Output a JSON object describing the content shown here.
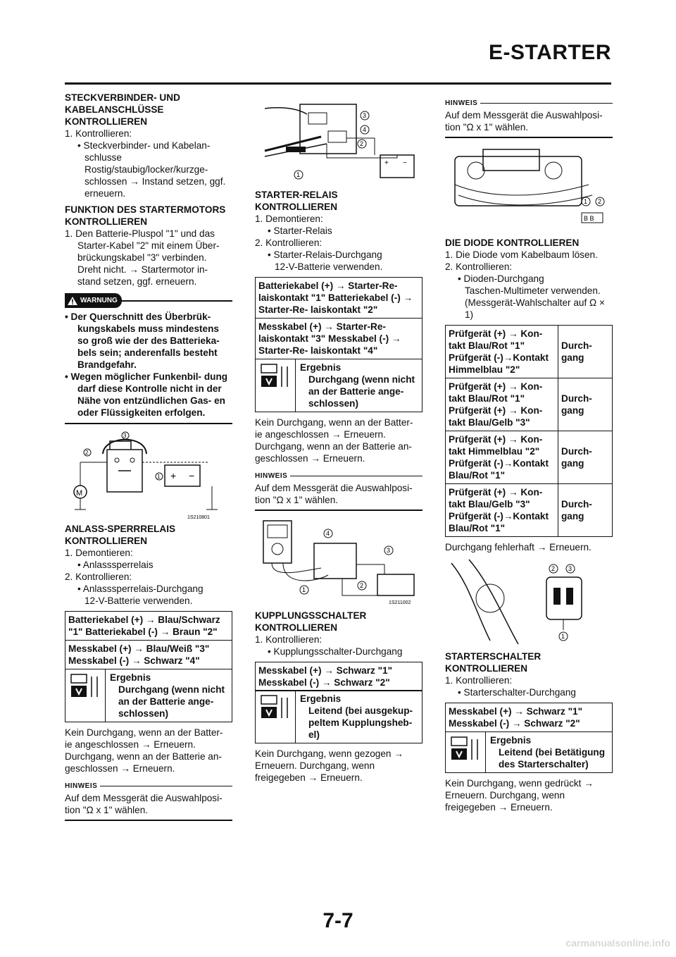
{
  "header": {
    "title": "E-STARTER"
  },
  "page_number": "7-7",
  "watermark": "carmanualsonline.info",
  "col1": {
    "s1_title": "STECKVERBINDER- UND KABELANSCHLÜSSE KONTROLLIEREN",
    "s1_l1": "1.  Kontrollieren:",
    "s1_l2": "•  Steckverbinder- und Kabelan- schlusse",
    "s1_l3": "Rostig/staubig/locker/kurzge- schlossen → Instand setzen, ggf. erneuern.",
    "s2_title": "FUNKTION DES STARTERMOTORS KONTROLLIEREN",
    "s2_l1": "1.  Den Batterie-Pluspol \"1\" und das Starter-Kabel \"2\" mit einem Über- brückungskabel \"3\" verbinden. Dreht nicht. → Startermotor in- stand setzen, ggf. erneuern.",
    "warn_label": "WARNUNG",
    "warn_1": "•  Der Querschnitt des Überbrük- kungskabels muss mindestens so groß wie der des Batterieka- bels sein; anderenfalls besteht Brandgefahr.",
    "warn_2": "•  Wegen möglicher Funkenbil- dung darf diese Kontrolle nicht in der Nähe von entzündlichen Gas- en oder Flüssigkeiten erfolgen.",
    "fig1_code": "1S210801",
    "s3_title": "ANLASS-SPERRRELAIS KONTROLLIEREN",
    "s3_l1": "1.  Demontieren:",
    "s3_l2": "•  Anlasssperrelais",
    "s3_l3": "2.  Kontrollieren:",
    "s3_l4": "•  Anlasssperrelais-Durchgang",
    "s3_l5": "12-V-Batterie verwenden.",
    "box1_r1": "Batteriekabel (+) → Blau/Schwarz \"1\" Batteriekabel (-) → Braun \"2\"",
    "box1_r2": "Messkabel (+) → Blau/Weiß \"3\" Messkabel (-) → Schwarz \"4\"",
    "res1_h": "Ergebnis",
    "res1_t": "Durchgang (wenn nicht an der Batterie ange- schlossen)",
    "s3_after": "Kein Durchgang, wenn an der Batter- ie angeschlossen → Erneuern. Durchgang, wenn an der Batterie an- geschlossen → Erneuern.",
    "note_label": "HINWEIS",
    "note_text": "Auf dem Messgerät die Auswahlposi- tion \"Ω x 1\" wählen."
  },
  "col2": {
    "s1_title": "STARTER-RELAIS KONTROLLIEREN",
    "s1_l1": "1.  Demontieren:",
    "s1_l2": "•  Starter-Relais",
    "s1_l3": "2.  Kontrollieren:",
    "s1_l4": "•  Starter-Relais-Durchgang",
    "s1_l5": "12-V-Batterie verwenden.",
    "box1_r1": "Batteriekabel (+) → Starter-Re- laiskontakt \"1\" Batteriekabel (-) → Starter-Re- laiskontakt \"2\"",
    "box1_r2": "Messkabel (+) → Starter-Re- laiskontakt \"3\" Messkabel (-) → Starter-Re- laiskontakt \"4\"",
    "res1_h": "Ergebnis",
    "res1_t": "Durchgang (wenn nicht an der Batterie ange- schlossen)",
    "s1_after": "Kein Durchgang, wenn an der Batter- ie angeschlossen → Erneuern. Durchgang, wenn an der Batterie an- geschlossen → Erneuern.",
    "note_label": "HINWEIS",
    "note_text": "Auf dem Messgerät die Auswahlposi- tion \"Ω x 1\" wählen.",
    "fig2_code": "1S211002",
    "s2_title": "KUPPLUNGSSCHALTER KONTROLLIEREN",
    "s2_l1": "1.  Kontrollieren:",
    "s2_l2": "•  Kupplungsschalter-Durchgang",
    "box2_r1": "Messkabel (+) → Schwarz \"1\" Messkabel (-) → Schwarz \"2\"",
    "res2_h": "Ergebnis",
    "res2_t": "Leitend (bei ausgekup- peltem Kupplungsheb- el)",
    "s2_after": "Kein Durchgang, wenn gezogen → Erneuern. Durchgang, wenn freigegeben → Erneuern."
  },
  "col3": {
    "note_label": "HINWEIS",
    "note_text": "Auf dem Messgerät die Auswahlposi- tion \"Ω x 1\" wählen.",
    "fig_bb": "B B",
    "s1_title": "DIE DIODE KONTROLLIEREN",
    "s1_l1": "1.  Die Diode vom Kabelbaum lösen.",
    "s1_l2": "2.  Kontrollieren:",
    "s1_l3": "•  Dioden-Durchgang",
    "s1_l4": "Taschen-Multimeter verwenden. (Messgerät-Wahlschalter auf Ω × 1)",
    "tbl": [
      {
        "l": "Prüfgerät (+) → Kon- takt Blau/Rot \"1\" Prüfgerät (-)→Kontakt Himmelblau \"2\"",
        "r": "Durch- gang"
      },
      {
        "l": "Prüfgerät (+) → Kon- takt Blau/Rot \"1\" Prüfgerät (+) → Kon- takt Blau/Gelb \"3\"",
        "r": "Durch- gang"
      },
      {
        "l": "Prüfgerät (+) → Kon- takt Himmelblau \"2\" Prüfgerät (-)→Kontakt Blau/Rot \"1\"",
        "r": "Durch- gang"
      },
      {
        "l": "Prüfgerät (+) → Kon- takt Blau/Gelb \"3\" Prüfgerät (-)→Kontakt Blau/Rot \"1\"",
        "r": "Durch- gang"
      }
    ],
    "s1_after": "Durchgang fehlerhaft → Erneuern.",
    "s2_title": "STARTERSCHALTER KONTROLLIEREN",
    "s2_l1": "1.  Kontrollieren:",
    "s2_l2": "•  Starterschalter-Durchgang",
    "box_r1": "Messkabel (+) → Schwarz \"1\" Messkabel (-) → Schwarz \"2\"",
    "res_h": "Ergebnis",
    "res_t": "Leitend (bei Betätigung des Starterschalter)",
    "s2_after": "Kein Durchgang, wenn gedrückt → Erneuern. Durchgang, wenn freigegeben → Erneuern."
  },
  "icons": {
    "result": "multimeter-icon",
    "warning": "warning-triangle-icon"
  }
}
